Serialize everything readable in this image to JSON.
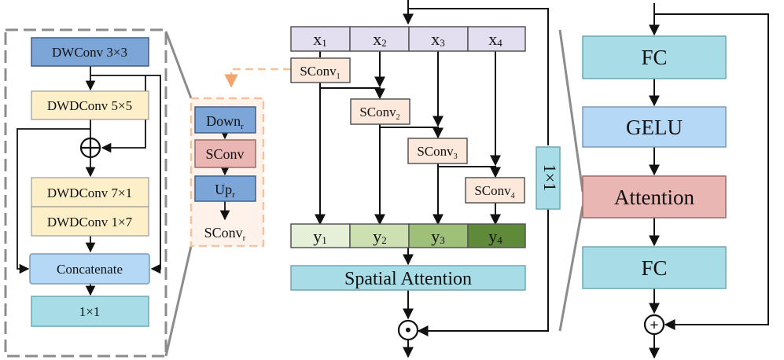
{
  "left_panel": {
    "dwconv": "DWConv 3×3",
    "dwdconv5": "DWDConv 5×5",
    "dwdconv7x1": "DWDConv 7×1",
    "dwdconv1x7": "DWDConv 1×7",
    "concat": "Concatenate",
    "conv1x1": "1×1"
  },
  "sconv_detail": {
    "down": "Down",
    "down_sub": "r",
    "sconv": "SConv",
    "up": "Up",
    "up_sub": "r",
    "out": "SConv",
    "out_sub": "r"
  },
  "middle_panel": {
    "inputs": [
      {
        "main": "x",
        "sub": "1"
      },
      {
        "main": "x",
        "sub": "2"
      },
      {
        "main": "x",
        "sub": "3"
      },
      {
        "main": "x",
        "sub": "4"
      }
    ],
    "sconvs": [
      {
        "main": "SConv",
        "sub": "1"
      },
      {
        "main": "SConv",
        "sub": "2"
      },
      {
        "main": "SConv",
        "sub": "3"
      },
      {
        "main": "SConv",
        "sub": "4"
      }
    ],
    "outputs": [
      {
        "main": "y",
        "sub": "1"
      },
      {
        "main": "y",
        "sub": "2"
      },
      {
        "main": "y",
        "sub": "3"
      },
      {
        "main": "y",
        "sub": "4"
      }
    ],
    "spatial_attention": "Spatial Attention",
    "side_conv": "1×1",
    "multiply_symbol": "•"
  },
  "right_panel": {
    "fc1": "FC",
    "gelu": "GELU",
    "attention": "Attention",
    "fc2": "FC",
    "add_symbol": "+"
  },
  "colors": {
    "conv_blue": "#7da6d8",
    "cream": "#fdf0c9",
    "light_blue": "#b4d8f5",
    "cyan": "#a8dde8",
    "lavender": "#e4dff0",
    "peach": "#fde9dc",
    "pink": "#e9b6b3",
    "orange_dash": "#f7c29a",
    "green1": "#e6efd8",
    "green2": "#cce0b2",
    "green3": "#9fc078",
    "green4": "#5e8a3a",
    "gray": "#8c8c8c"
  }
}
